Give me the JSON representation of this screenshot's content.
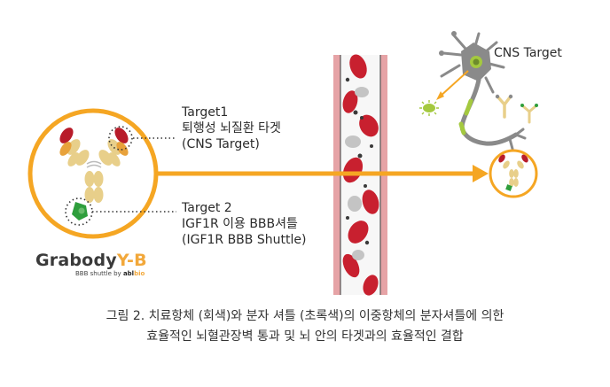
{
  "target1": {
    "lines": [
      "Target1",
      "퇴행성 뇌질환 타겟",
      "(CNS Target)"
    ]
  },
  "target2": {
    "lines": [
      "Target 2",
      "IGF1R 이용 BBB셔틀",
      "(IGF1R BBB Shuttle)"
    ]
  },
  "cns_label": "CNS Target",
  "brand": {
    "name": "Grabody",
    "suffix": "Y-B",
    "sub_prefix": "BBB shuttle by ",
    "sub_company": "abl",
    "sub_company_suffix": "bio"
  },
  "caption": {
    "line1": "그림 2. 치료항체 (회색)와 분자 셔틀 (초록색)의  이중항체의 분자셔틀에 의한",
    "line2": "효율적인 뇌혈관장벽 통과 및  뇌 안의 타겟과의 효율적인 결합"
  },
  "colors": {
    "accent_orange": "#f5a623",
    "antibody_tan": "#e8cf8a",
    "antibody_red": "#b81c2a",
    "molecule_green": "#2e9e3c",
    "vessel_red": "#c8202f",
    "vessel_wall_pink": "#e6a3a6",
    "neuron_gray": "#8a8a8a",
    "neuron_green": "#a4c93f"
  }
}
